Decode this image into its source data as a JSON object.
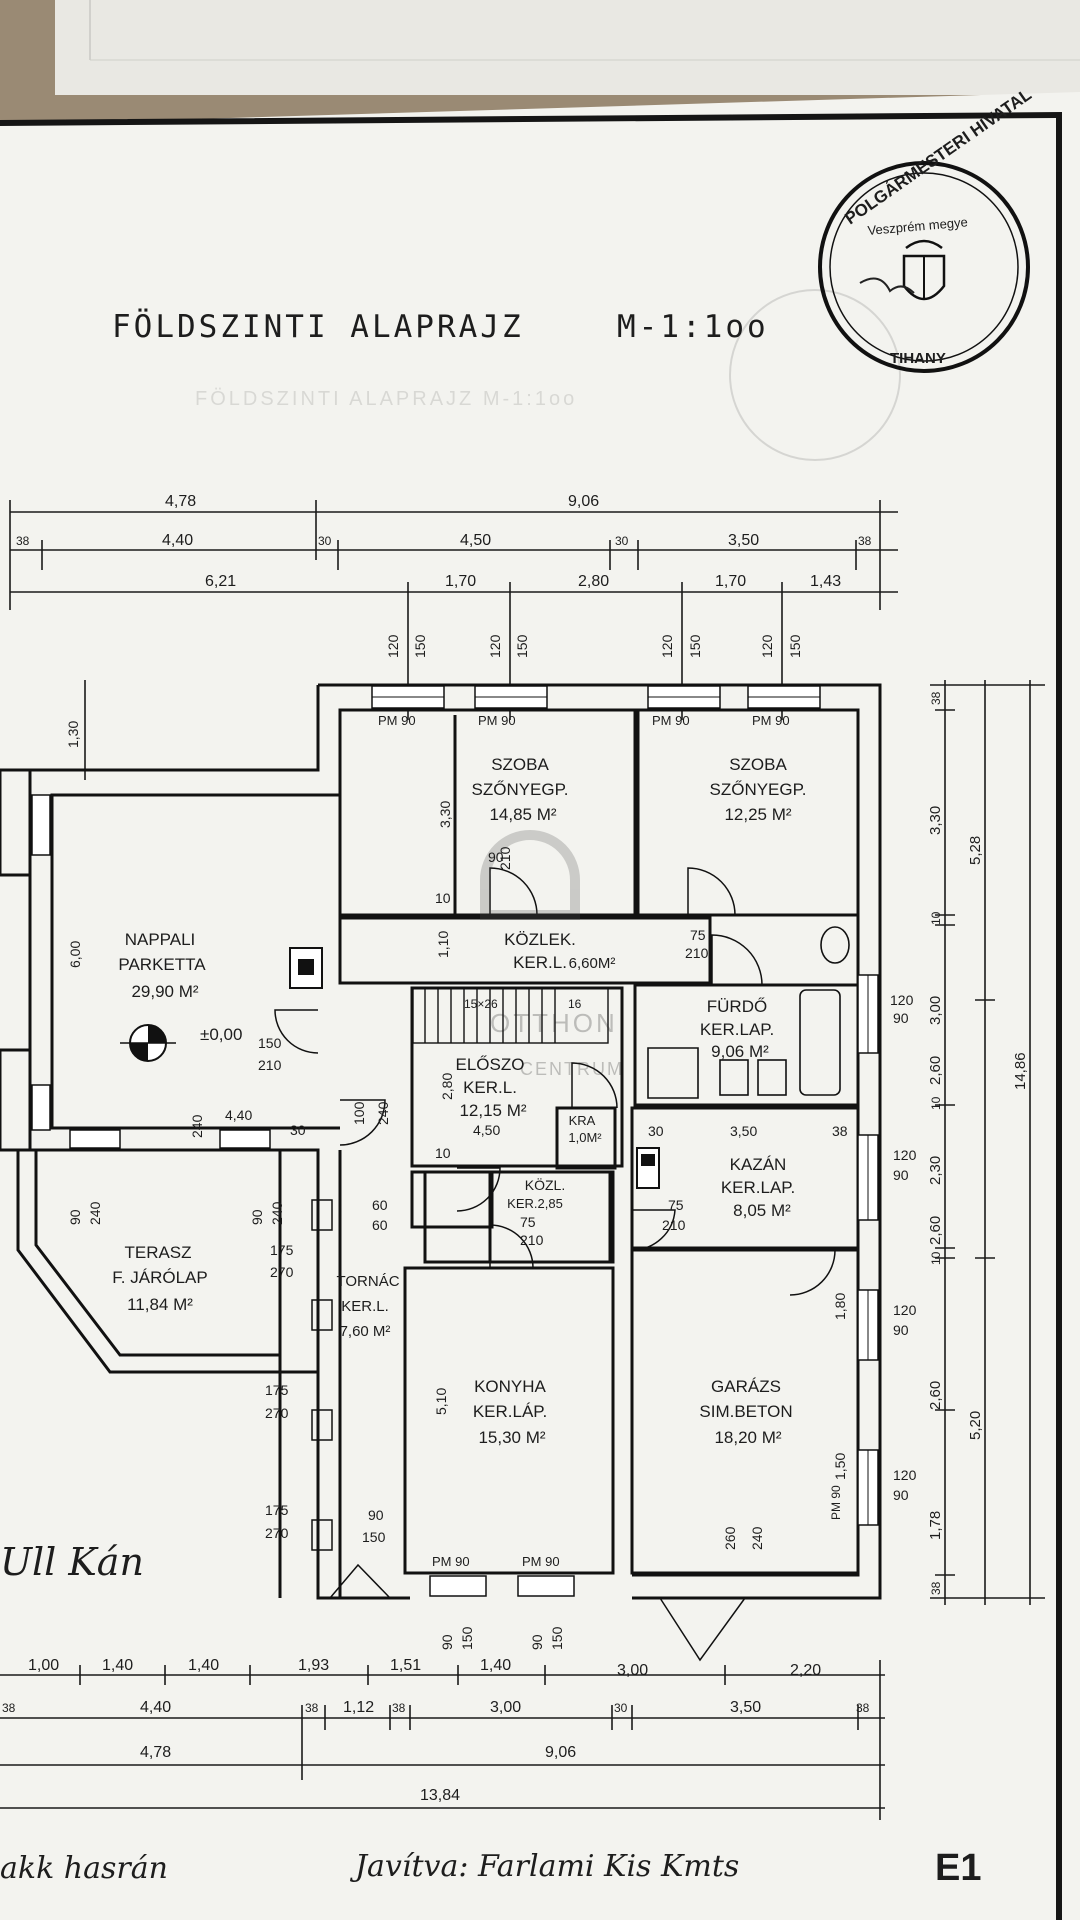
{
  "title": "FÖLDSZINTI ALAPRAJZ",
  "scale": "M-1:1oo",
  "sheet_id": "E1",
  "stamp": {
    "top": "POLGÁRMESTERI HIVATAL",
    "left": "Veszprém megye",
    "bottom": "TIHANY"
  },
  "watermark": {
    "line1": "OTTHON",
    "line2": "CENTRUM"
  },
  "rooms": {
    "szoba1": {
      "name": "SZOBA",
      "floor": "SZŐNYEGP.",
      "area": "14,85 M²"
    },
    "szoba2": {
      "name": "SZOBA",
      "floor": "SZŐNYEGP.",
      "area": "12,25 M²"
    },
    "nappali": {
      "name": "NAPPALI",
      "floor": "PARKETTA",
      "area": "29,90 M²",
      "level": "±0,00"
    },
    "kozlek": {
      "name": "KÖZLEK.",
      "floor": "KER.L.",
      "area": "6,60M²"
    },
    "furdo": {
      "name": "FÜRDŐ",
      "floor": "KER.LAP.",
      "area": "9,06 M²"
    },
    "eloszo": {
      "name": "ELŐSZO",
      "floor": "KER.L.",
      "area": "12,15 M²"
    },
    "kazan": {
      "name": "KAZÁN",
      "floor": "KER.LAP.",
      "area": "8,05 M²"
    },
    "kamra": {
      "name": "KRA",
      "area": "1,0M²"
    },
    "kozl": {
      "name": "KÖZL.",
      "floor": "KER.2,85"
    },
    "terasz": {
      "name": "TERASZ",
      "floor": "F. JÁRÓLAP",
      "area": "11,84 M²"
    },
    "tornac": {
      "name": "TORNÁC",
      "floor": "KER.L.",
      "area": "7,60 M²"
    },
    "konyha": {
      "name": "KONYHA",
      "floor": "KER.LÁP.",
      "area": "15,30 M²"
    },
    "garazs": {
      "name": "GARÁZS",
      "floor": "SIM.BETON",
      "area": "18,20 M²"
    }
  },
  "dims_top": {
    "row1": [
      "4,78",
      "9,06"
    ],
    "row2": [
      "38",
      "4,40",
      "30",
      "4,50",
      "30",
      "3,50",
      "38"
    ],
    "row3": [
      "6,21",
      "1,70",
      "2,80",
      "1,70",
      "1,43"
    ]
  },
  "dims_bottom": {
    "row1": [
      "1,00",
      "1,40",
      "1,40",
      "1,93",
      "1,51",
      "1,40",
      "3,00",
      "2,20"
    ],
    "row2": [
      "38",
      "4,40",
      "38",
      "1,12",
      "38",
      "3,00",
      "30",
      "3,50",
      "38"
    ],
    "row3": [
      "4,78",
      "9,06"
    ],
    "row4": [
      "13,84"
    ]
  },
  "dims_right": {
    "inner": [
      "38",
      "3,30",
      "10",
      "3,00",
      "2,60",
      "10",
      "2,30",
      "2,60",
      "10",
      "2,60",
      "1,78",
      "38"
    ],
    "mid": [
      "5,28",
      "5,20"
    ],
    "outer": [
      "14,86"
    ]
  },
  "window_labels": [
    "120",
    "150",
    "120",
    "150",
    "120",
    "150",
    "120",
    "150",
    "PM 90",
    "PM 90",
    "PM 90",
    "PM 90"
  ],
  "misc_labels": [
    "1,30",
    "6,00",
    "3,30",
    "90",
    "210",
    "10",
    "1,10",
    "75",
    "210",
    "120",
    "90",
    "150",
    "210",
    "15×26",
    "16",
    "4,40",
    "30",
    "240",
    "100",
    "240",
    "2,80",
    "4,50",
    "30",
    "3,50",
    "38",
    "60",
    "60",
    "175",
    "270",
    "175",
    "270",
    "175",
    "270",
    "90",
    "150",
    "5,10",
    "260",
    "240",
    "1,50",
    "1,80",
    "120",
    "90",
    "120",
    "90",
    "120",
    "90",
    "90",
    "240",
    "90",
    "240",
    "PM 90",
    "PM 90",
    "90",
    "150",
    "90",
    "150",
    "75",
    "210",
    "75",
    "210",
    "10",
    "PM 90"
  ],
  "handwriting": {
    "left_mid": "Ull Kán",
    "bottom_left": "akk hasrán",
    "bottom_center": "Javítva: Farlami Kis Kmts"
  }
}
